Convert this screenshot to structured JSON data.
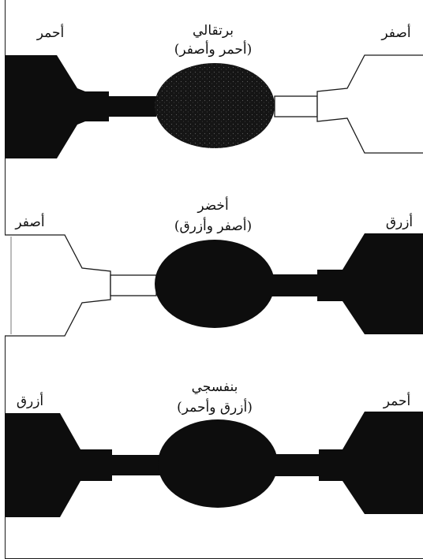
{
  "colors": {
    "ink": "#0d0d0d",
    "paper": "#ffffff",
    "line": "#1a1a1a",
    "orange_mix": "#1c1c1c"
  },
  "panels": [
    {
      "left_label": "أحمر",
      "right_label": "أصفر",
      "result_label": "برتقالي",
      "result_mix": "(أحمر وأصفر)",
      "left_fill": "black",
      "right_fill": "white",
      "result_fill": "speckled"
    },
    {
      "left_label": "أصفر",
      "right_label": "أزرق",
      "result_label": "أخضر",
      "result_mix": "(أصفر وأزرق)",
      "left_fill": "white",
      "right_fill": "black",
      "result_fill": "black"
    },
    {
      "left_label": "أزرق",
      "right_label": "أحمر",
      "result_label": "بنفسجي",
      "result_mix": "(أزرق وأحمر)",
      "left_fill": "black",
      "right_fill": "black",
      "result_fill": "black"
    }
  ]
}
